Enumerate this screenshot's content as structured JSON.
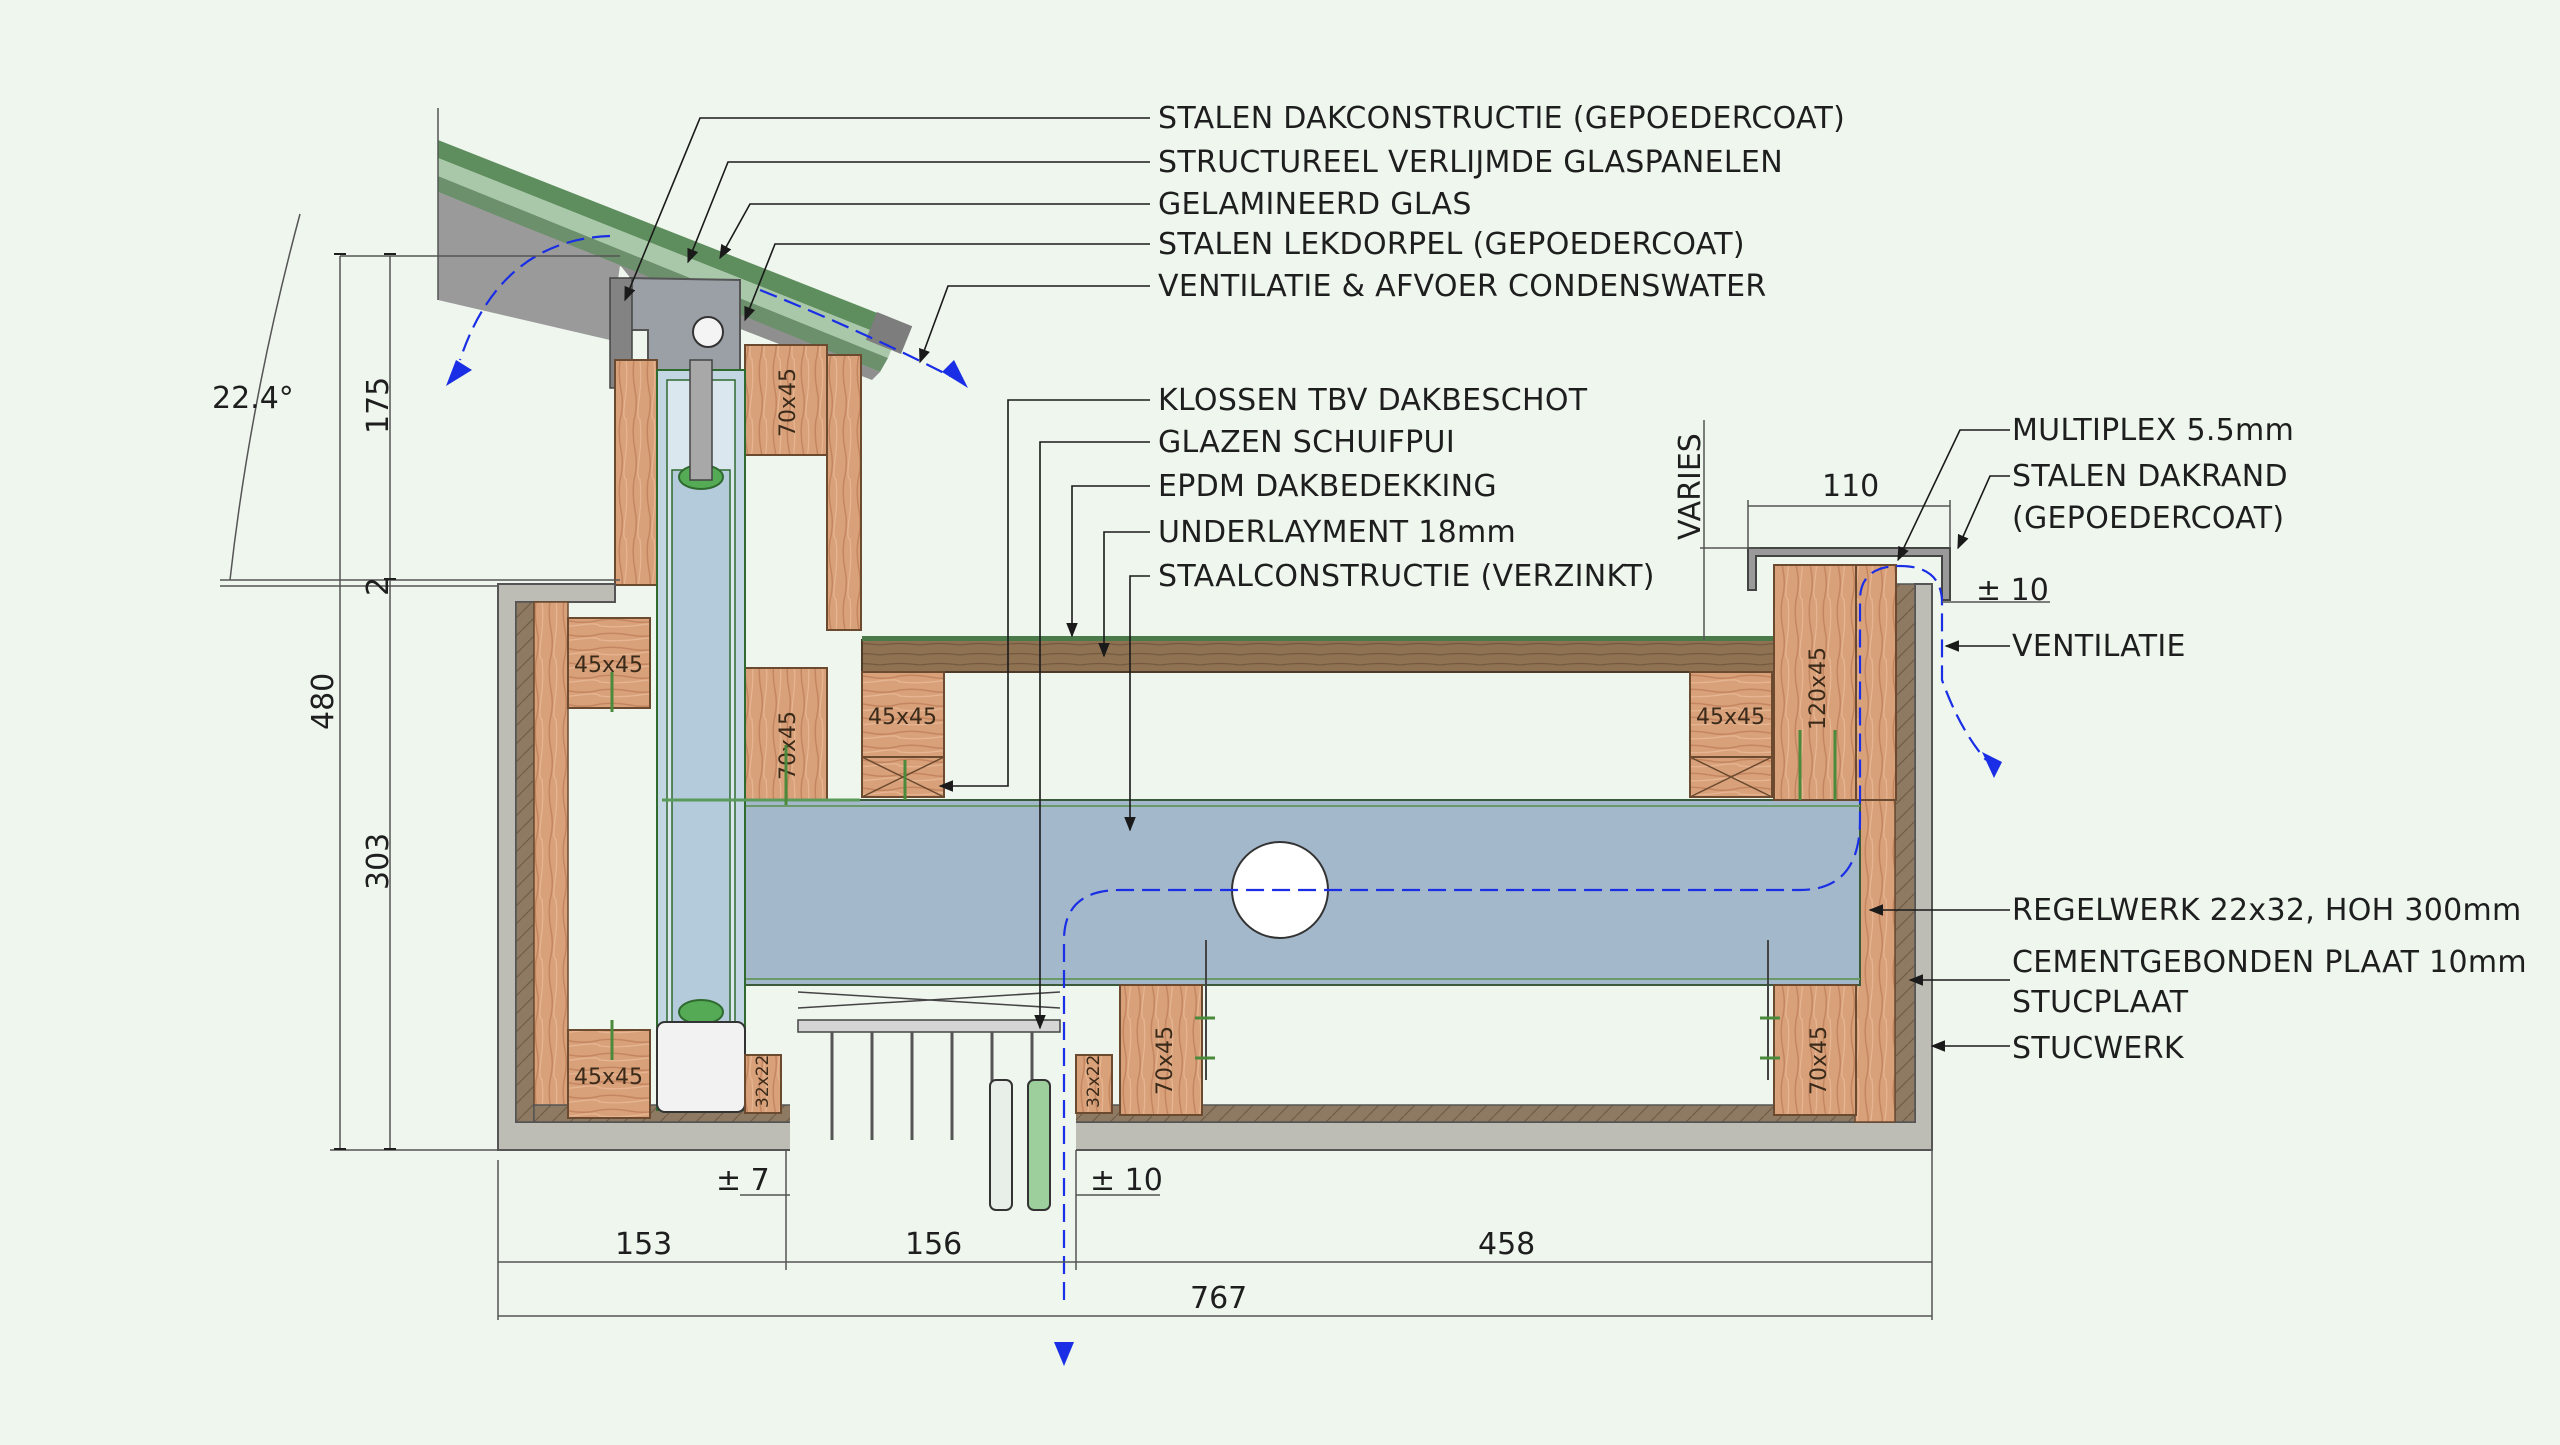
{
  "labels": {
    "l1": "STALEN DAKCONSTRUCTIE (GEPOEDERCOAT)",
    "l2": "STRUCTUREEL VERLIJMDE GLASPANELEN",
    "l3": "GELAMINEERD GLAS",
    "l4": "STALEN LEKDORPEL (GEPOEDERCOAT)",
    "l5": "VENTILATIE & AFVOER CONDENSWATER",
    "l6": "KLOSSEN TBV DAKBESCHOT",
    "l7": "GLAZEN SCHUIFPUI",
    "l8": "EPDM DAKBEDEKKING",
    "l9": "UNDERLAYMENT 18mm",
    "l10": "STAALCONSTRUCTIE (VERZINKT)",
    "r1": "MULTIPLEX 5.5mm",
    "r2a": "STALEN DAKRAND",
    "r2b": "(GEPOEDERCOAT)",
    "r3": "VENTILATIE",
    "r4": "REGELWERK 22x32, HOH 300mm",
    "r5": "CEMENTGEBONDEN PLAAT 10mm",
    "r6": "STUCPLAAT",
    "r7": "STUCWERK"
  },
  "dimensions": {
    "angle": "22.4°",
    "h175": "175",
    "h2": "2",
    "h480": "480",
    "h303": "303",
    "varies": "VARIES",
    "w110": "110",
    "pm10_top": "± 10",
    "pm7": "± 7",
    "pm10_bottom": "± 10",
    "w153": "153",
    "w156": "156",
    "w458": "458",
    "w767": "767"
  },
  "timber_tags": {
    "t45x45_a": "45x45",
    "t70x45_a": "70x45",
    "t70x45_b": "70x45",
    "t45x45_b": "45x45",
    "t45x45_c": "45x45",
    "t120x45": "120x45",
    "t45x45_d": "45x45",
    "t32x22_a": "32x22",
    "t70x45_c": "70x45",
    "t32x22_b": "32x22",
    "t70x45_d": "70x45"
  },
  "colors": {
    "background": "#eef6ee",
    "timber": "#d9a17a",
    "steel_beam": "#a4b8cc",
    "glass_profile": "#c3d6e3",
    "wall_board": "#8e7a62",
    "flow_arrow": "#1a2ee6"
  }
}
